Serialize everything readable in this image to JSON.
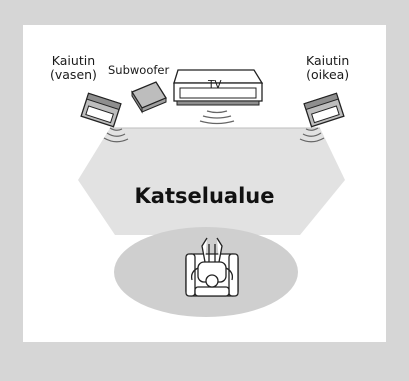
{
  "labels": {
    "speaker_left_line1": "Kaiutin",
    "speaker_left_line2": "(vasen)",
    "subwoofer": "Subwoofer",
    "tv": "TV",
    "speaker_right_line1": "Kaiutin",
    "speaker_right_line2": "(oikea)",
    "viewing_area": "Katselualue"
  },
  "colors": {
    "frame": "#d6d6d6",
    "viewing_cone": "#e2e2e2",
    "viewing_ellipse": "#cfcfcf",
    "device_fill": "#bdbdbd",
    "outline": "#222222"
  }
}
